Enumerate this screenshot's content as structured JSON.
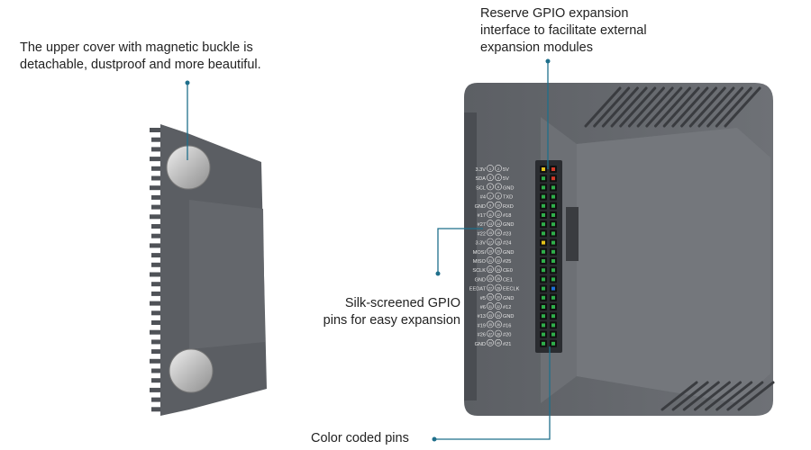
{
  "callouts": {
    "cover": {
      "lines": [
        "The upper cover with magnetic buckle is",
        "detachable, dustproof and more beautiful."
      ]
    },
    "gpio_reserve": {
      "lines": [
        "Reserve GPIO expansion",
        "interface to facilitate external",
        "expansion modules"
      ]
    },
    "silkscreen": {
      "lines": [
        "Silk-screened GPIO",
        "pins for easy expansion"
      ]
    },
    "color_pins": {
      "lines": [
        "Color coded pins"
      ]
    }
  },
  "pin_labels": {
    "left": [
      "3.3V",
      "SDA",
      "SCL",
      "#4",
      "GND",
      "#17",
      "#27",
      "#22",
      "3.3V",
      "MOSI",
      "MISO",
      "SCLK",
      "GND",
      "EEDAT",
      "#5",
      "#6",
      "#13",
      "#19",
      "#26",
      "GND"
    ],
    "right": [
      "5V",
      "5V",
      "GND",
      "TXD",
      "RXD",
      "#18",
      "GND",
      "#23",
      "#24",
      "GND",
      "#25",
      "CE0",
      "CE1",
      "EECLK",
      "GND",
      "#12",
      "GND",
      "#16",
      "#20",
      "#21"
    ]
  },
  "colors": {
    "case_dark": "#55585d",
    "case_mid": "#6b6e73",
    "case_light": "#7a7d82",
    "leader_line": "#1f6f8b",
    "magnet": "#c9c9c9"
  }
}
